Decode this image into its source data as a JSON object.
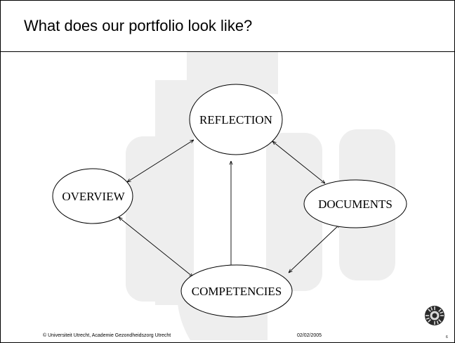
{
  "slide": {
    "title": "What does our portfolio look like?"
  },
  "diagram": {
    "nodes": {
      "reflection": "REFLECTION",
      "overview": "OVERVIEW",
      "documents": "DOCUMENTS",
      "competencies": "COMPETENCIES"
    },
    "connections": [
      [
        "reflection",
        "overview"
      ],
      [
        "reflection",
        "documents"
      ],
      [
        "reflection",
        "competencies"
      ],
      [
        "overview",
        "competencies"
      ],
      [
        "documents",
        "competencies"
      ]
    ]
  },
  "footer": {
    "copyright": "© Universiteit Utrecht, Academie Gezondheidszorg Utrecht",
    "date": "02/02/2005",
    "page_number": "6"
  },
  "colors": {
    "background": "#ffffff",
    "watermark": "#eeeeee",
    "line": "#000000",
    "logo_dark": "#2a2a2a",
    "logo_light": "#d8d8d8"
  }
}
